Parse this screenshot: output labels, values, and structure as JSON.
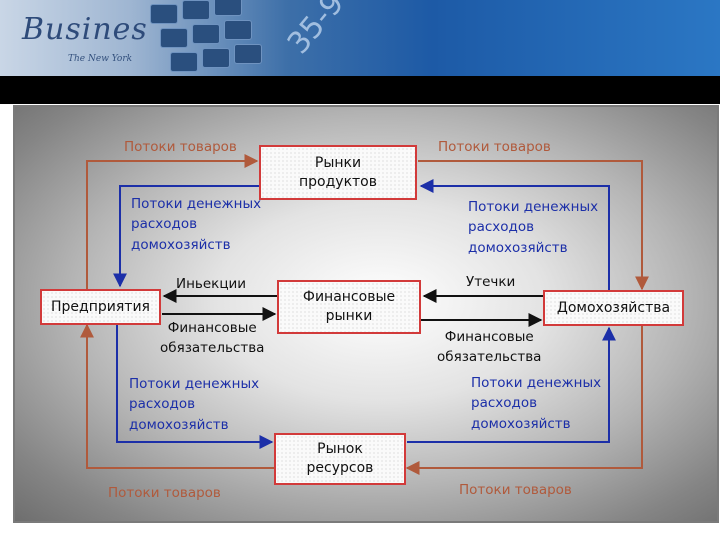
{
  "banner": {
    "logo_text": "Busines",
    "sub_text": "The New York",
    "number_text": "35-9"
  },
  "colors": {
    "goods_flow": "#b05a3c",
    "money_flow": "#1c2fa8",
    "financial_flow": "#111111",
    "box_border": "#d23a3a"
  },
  "diagram": {
    "nodes": {
      "product_markets": "Рынки\nпродуктов",
      "enterprises": "Предприятия",
      "financial_markets": "Финансовые\nрынки",
      "households": "Домохозяйства",
      "resource_market": "Рынок\nресурсов"
    },
    "labels": {
      "goods_top_left": "Потоки товаров",
      "goods_top_right": "Потоки товаров",
      "money_top_left": "Потоки денежных\nрасходов\nдомохозяйств",
      "money_top_right": "Потоки денежных\nрасходов\nдомохозяйств",
      "injections": "Иньекции",
      "leakages": "Утечки",
      "fin_obligations_left": "Финансовые\nобязательства",
      "fin_obligations_right": "Финансовые\nобязательства",
      "money_bottom_left": "Потоки денежных\nрасходов\nдомохозяйств",
      "money_bottom_right": "Потоки денежных\nрасходов\nдомохозяйств",
      "goods_bottom_left": "Потоки товаров",
      "goods_bottom_right": "Потоки товаров"
    }
  }
}
